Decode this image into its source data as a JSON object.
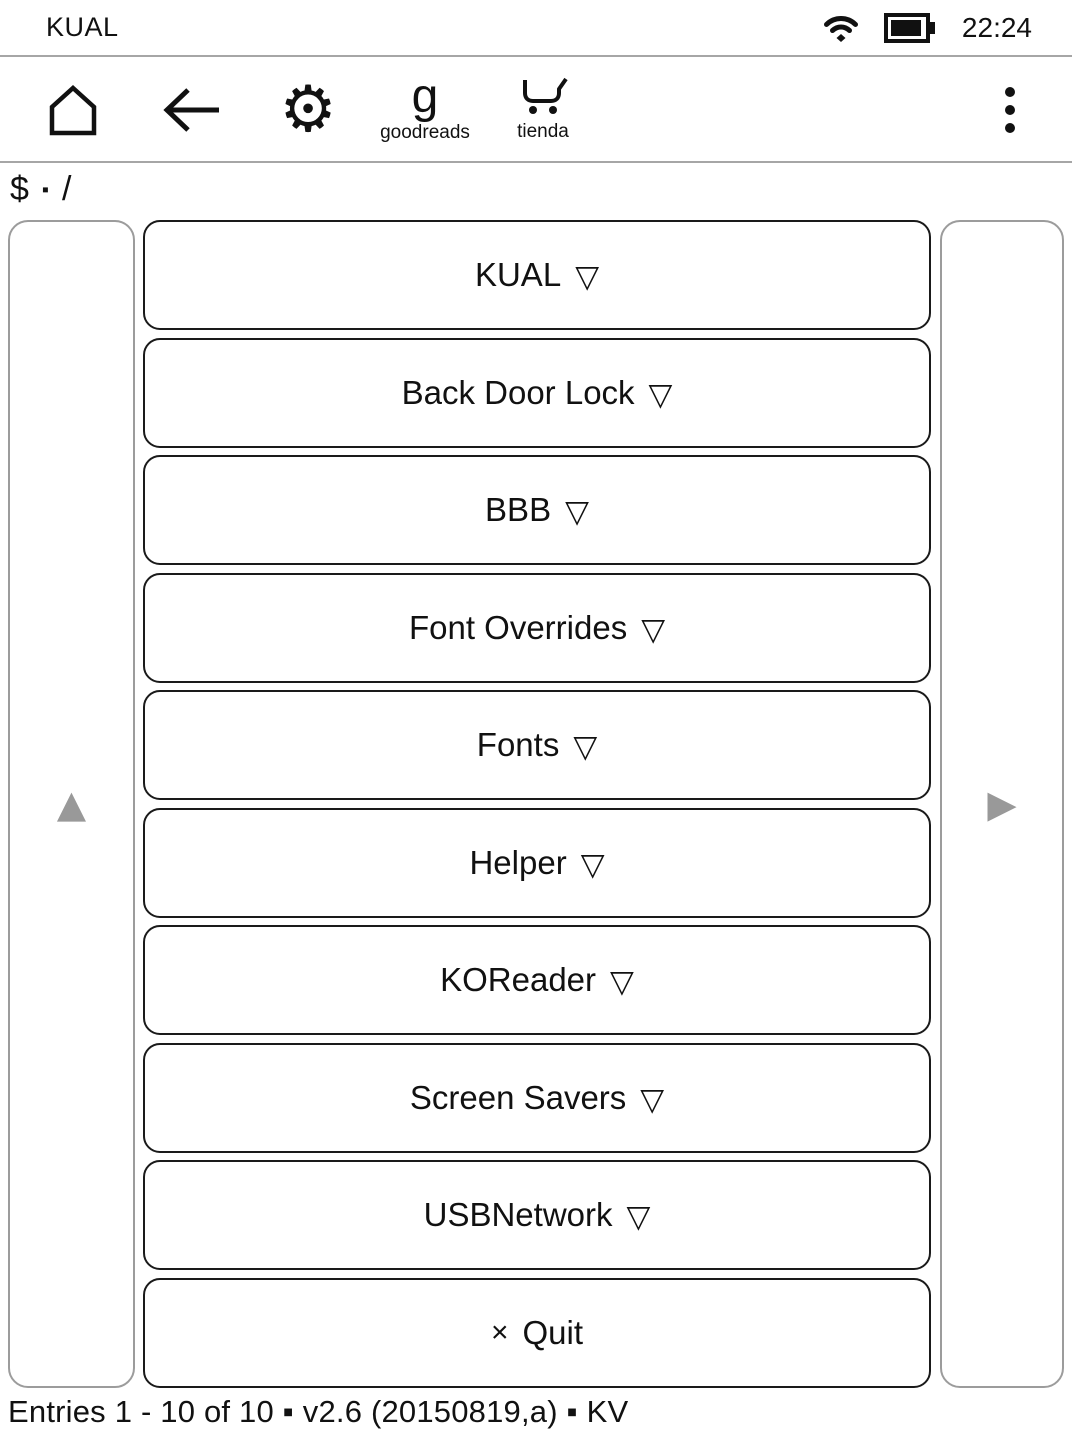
{
  "status_bar": {
    "app_title": "KUAL",
    "time": "22:24"
  },
  "toolbar": {
    "settings_glyph": "⚙",
    "goodreads_glyph": "g",
    "goodreads_label": "goodreads",
    "store_label": "tienda"
  },
  "breadcrumb": {
    "prompt": "$",
    "separator": "▪",
    "path": "/"
  },
  "pager": {
    "up_glyph": "▲",
    "next_glyph": "▶"
  },
  "menu": {
    "items": [
      {
        "prefix": "",
        "label": "KUAL",
        "arrow": "▽"
      },
      {
        "prefix": "",
        "label": "Back Door Lock",
        "arrow": "▽"
      },
      {
        "prefix": "",
        "label": "BBB",
        "arrow": "▽"
      },
      {
        "prefix": "",
        "label": "Font Overrides",
        "arrow": "▽"
      },
      {
        "prefix": "",
        "label": "Fonts",
        "arrow": "▽"
      },
      {
        "prefix": "",
        "label": "Helper",
        "arrow": "▽"
      },
      {
        "prefix": "",
        "label": "KOReader",
        "arrow": "▽"
      },
      {
        "prefix": "",
        "label": "Screen Savers",
        "arrow": "▽"
      },
      {
        "prefix": "",
        "label": "USBNetwork",
        "arrow": "▽"
      },
      {
        "prefix": "×",
        "label": "Quit",
        "arrow": ""
      }
    ]
  },
  "footer": {
    "status": "Entries 1 - 10 of 10 ▪ v2.6 (20150819,a) ▪ KV"
  },
  "colors": {
    "ink": "#111111",
    "pager_gray": "#999999",
    "divider_gray": "#a6a6a6"
  }
}
